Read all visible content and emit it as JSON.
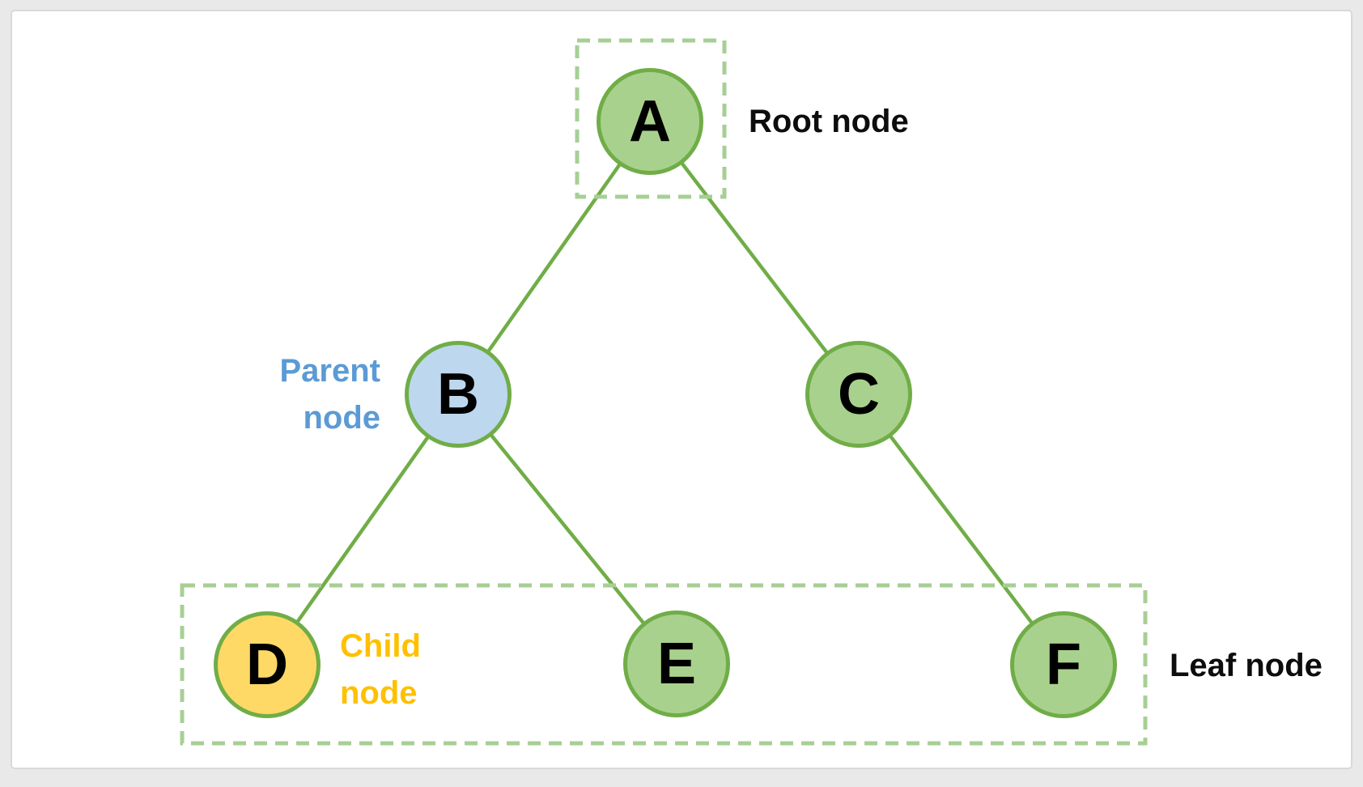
{
  "diagram": {
    "type": "tree",
    "nodes": [
      {
        "id": "A",
        "label": "A",
        "role": "root",
        "fill": "#A9D18E",
        "border": "#70AD47"
      },
      {
        "id": "B",
        "label": "B",
        "role": "parent",
        "fill": "#BDD7EE",
        "border": "#70AD47"
      },
      {
        "id": "C",
        "label": "C",
        "role": "node",
        "fill": "#A9D18E",
        "border": "#70AD47"
      },
      {
        "id": "D",
        "label": "D",
        "role": "child-leaf",
        "fill": "#FFD966",
        "border": "#70AD47"
      },
      {
        "id": "E",
        "label": "E",
        "role": "leaf",
        "fill": "#A9D18E",
        "border": "#70AD47"
      },
      {
        "id": "F",
        "label": "F",
        "role": "leaf",
        "fill": "#A9D18E",
        "border": "#70AD47"
      }
    ],
    "edges": [
      {
        "from": "A",
        "to": "B"
      },
      {
        "from": "A",
        "to": "C"
      },
      {
        "from": "B",
        "to": "D"
      },
      {
        "from": "B",
        "to": "E"
      },
      {
        "from": "C",
        "to": "F"
      }
    ],
    "annotations": {
      "root": {
        "text": "Root node",
        "color": "#0d0d0d"
      },
      "parent": {
        "text": "Parent node",
        "color": "#5B9BD5"
      },
      "child": {
        "text": "Child node",
        "color": "#FFC000"
      },
      "leaf": {
        "text": "Leaf node",
        "color": "#0d0d0d"
      }
    },
    "colors": {
      "edge_line": "#70AD47",
      "dashed_box": "#A7CF95",
      "node_green_fill": "#A9D18E",
      "node_blue_fill": "#BDD7EE",
      "node_yellow_fill": "#FFD966",
      "node_border": "#70AD47",
      "card_background": "#ffffff",
      "page_background": "#e9e9e9"
    }
  }
}
